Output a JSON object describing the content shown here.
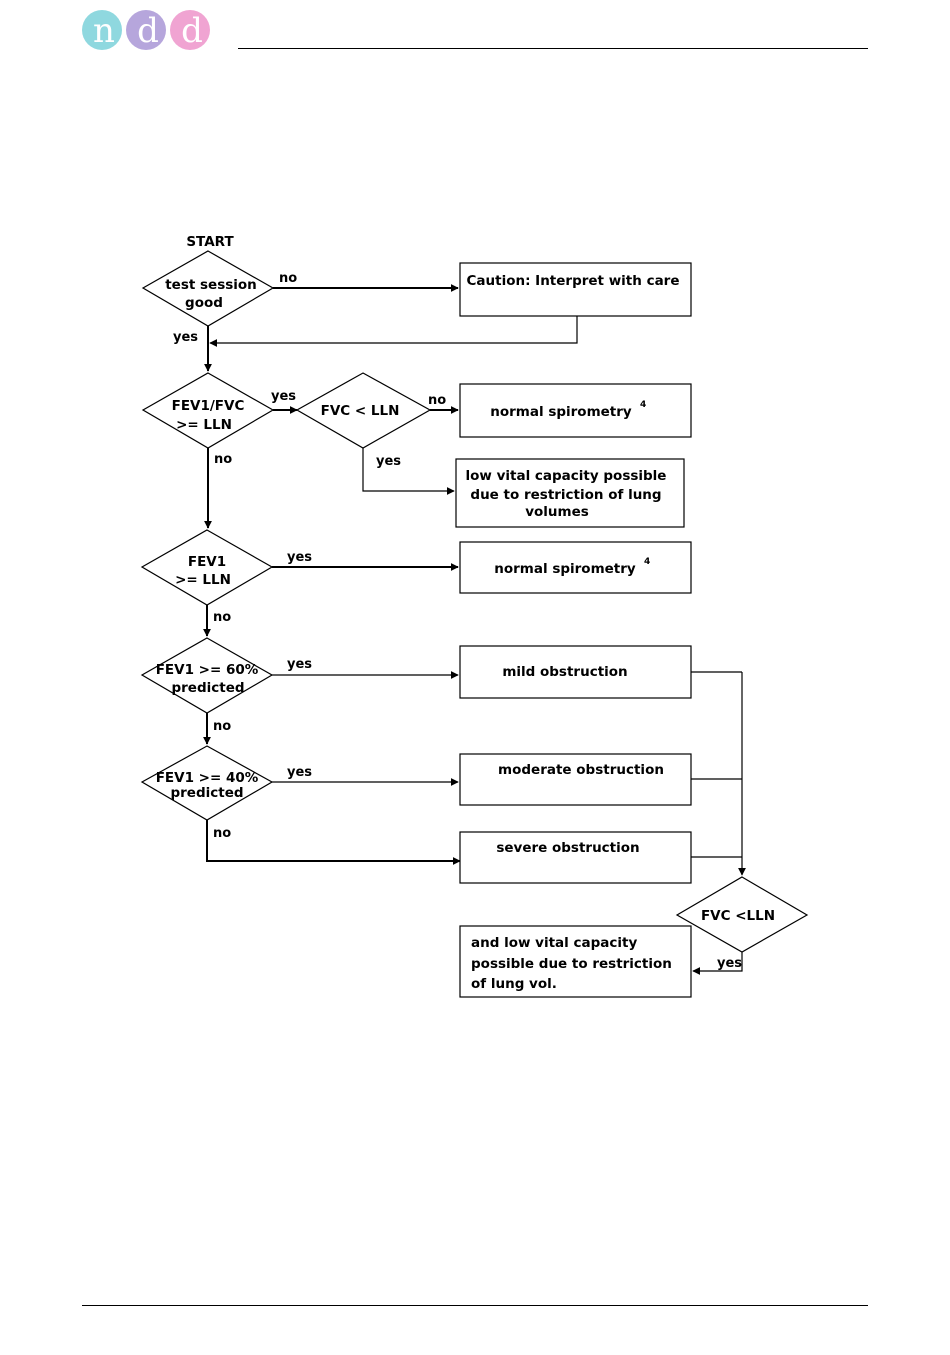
{
  "logo": {
    "letters": [
      "n",
      "d",
      "d"
    ],
    "colors": [
      "#8fd8df",
      "#b6a6dc",
      "#f0a4d2"
    ]
  },
  "flowchart": {
    "start": "START",
    "decisions": {
      "test_session": [
        "test session",
        "good"
      ],
      "fev1_fvc": [
        "FEV1/FVC",
        ">= LLN"
      ],
      "fvc_lln_1": [
        "FVC < LLN"
      ],
      "fev1": [
        "FEV1",
        ">= LLN"
      ],
      "fev1_60": [
        "FEV1 >= 60%",
        "predicted"
      ],
      "fev1_40": [
        "FEV1 >= 40%",
        "predicted"
      ],
      "fvc_lln_2": [
        "FVC <LLN"
      ]
    },
    "outcomes": {
      "caution": [
        "Caution: Interpret with care"
      ],
      "normal_1": [
        "normal  spirometry"
      ],
      "normal_1_note": "4",
      "low_vital_1": [
        "low vital capacity possible",
        "due to restriction of lung",
        "volumes"
      ],
      "normal_2": [
        "normal  spirometry"
      ],
      "normal_2_note": "4",
      "mild": [
        "mild obstruction"
      ],
      "moderate": [
        "moderate obstruction"
      ],
      "severe": [
        "severe obstruction"
      ],
      "low_vital_2": [
        "and low vital capacity",
        "possible due to restriction",
        "of lung vol."
      ]
    },
    "edge_labels": {
      "e1_no": "no",
      "e1_yes": "yes",
      "e2_yes": "yes",
      "e2_no": "no",
      "e3_no": "no",
      "e3_yes": "yes",
      "e4_yes": "yes",
      "e4_no": "no",
      "e5_yes": "yes",
      "e5_no": "no",
      "e6_yes": "yes",
      "e6_no": "no",
      "e7_yes": "yes"
    }
  }
}
